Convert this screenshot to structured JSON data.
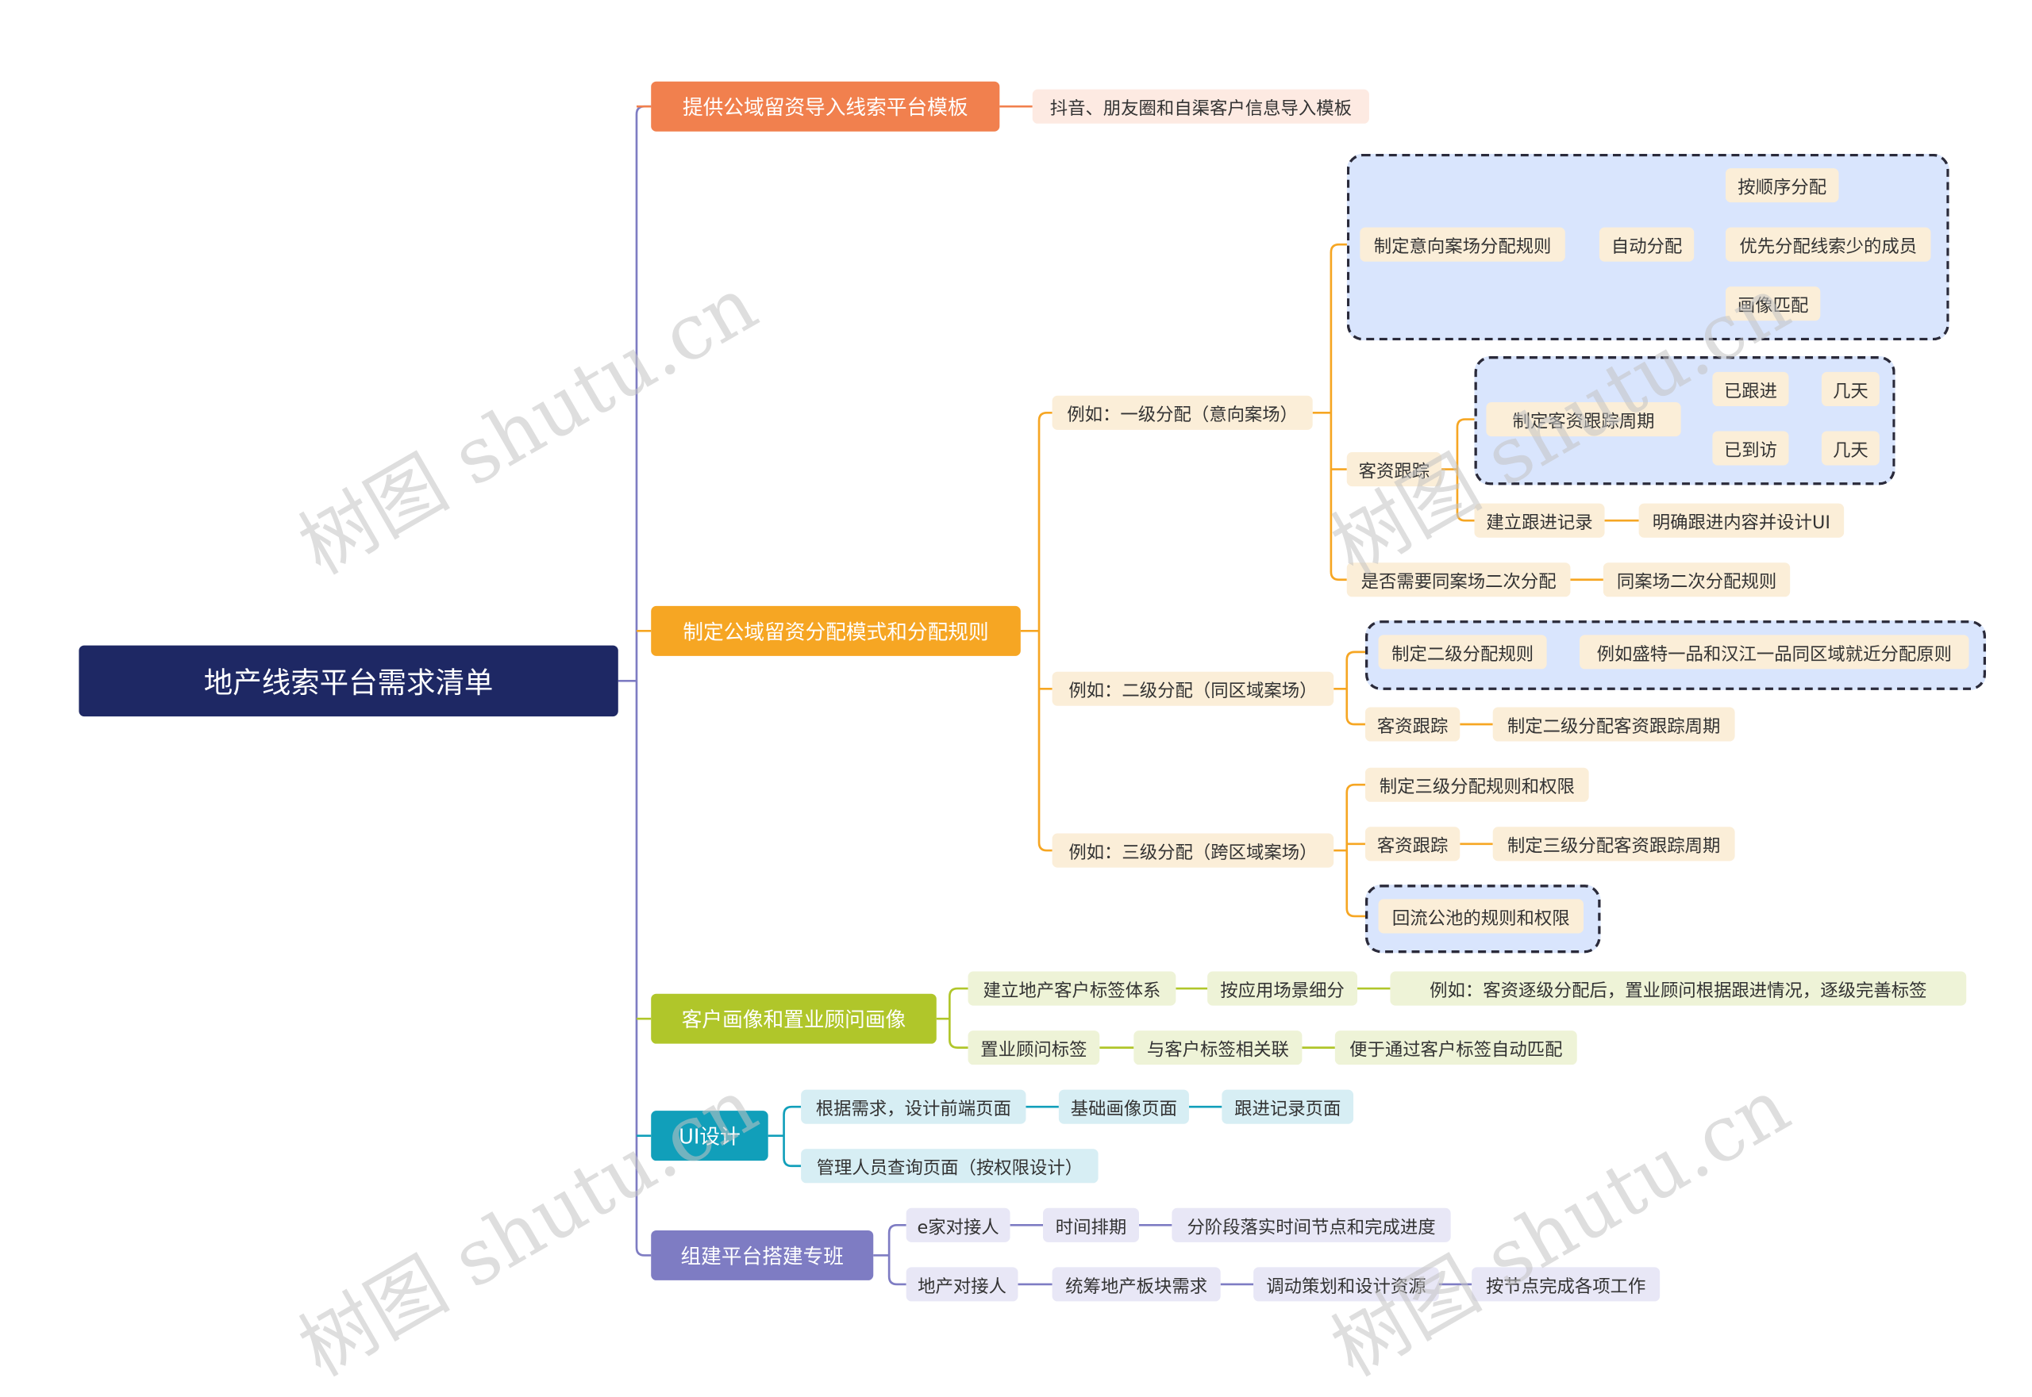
{
  "root": "地产线索平台需求清单",
  "colors": {
    "root_bg": "#1e2864",
    "branch_1": "#f1804e",
    "branch_2": "#f6a623",
    "branch_3": "#b0c62a",
    "branch_4": "#119fba",
    "branch_5": "#7e7cc3",
    "group_bg": "#d9e5fd"
  },
  "branches": [
    {
      "label": "提供公域留资导入线索平台模板",
      "children": [
        "抖音、朋友圈和自渠客户信息导入模板"
      ]
    },
    {
      "label": "制定公域留资分配模式和分配规则",
      "level1": {
        "label": "例如：一级分配（意向案场）",
        "rule": "制定意向案场分配规则",
        "auto": "自动分配",
        "auto_options": [
          "按顺序分配",
          "优先分配线索少的成员",
          "画像匹配"
        ],
        "followup": "客资跟踪",
        "cycle": "制定客资跟踪周期",
        "followed": "已跟进",
        "followed_days": "几天",
        "visited": "已到访",
        "visited_days": "几天",
        "record": "建立跟进记录",
        "record_detail": "明确跟进内容并设计UI",
        "second": "是否需要同案场二次分配",
        "second_rule": "同案场二次分配规则"
      },
      "level2": {
        "label": "例如：二级分配（同区域案场）",
        "rule": "制定二级分配规则",
        "rule_example": "例如盛特一品和汉江一品同区域就近分配原则",
        "followup": "客资跟踪",
        "cycle": "制定二级分配客资跟踪周期"
      },
      "level3": {
        "label": "例如：三级分配（跨区域案场）",
        "rule": "制定三级分配规则和权限",
        "followup": "客资跟踪",
        "cycle": "制定三级分配客资跟踪周期",
        "pool": "回流公池的规则和权限"
      }
    },
    {
      "label": "客户画像和置业顾问画像",
      "tag_system": "建立地产客户标签体系",
      "scene": "按应用场景细分",
      "scene_example": "例如：客资逐级分配后，置业顾问根据跟进情况，逐级完善标签",
      "consultant_tag": "置业顾问标签",
      "relate": "与客户标签相关联",
      "auto_match": "便于通过客户标签自动匹配"
    },
    {
      "label": "UI设计",
      "frontend": "根据需求，设计前端页面",
      "basic_page": "基础画像页面",
      "record_page": "跟进记录页面",
      "admin_page": "管理人员查询页面（按权限设计）"
    },
    {
      "label": "组建平台搭建专班",
      "e_home": "e家对接人",
      "schedule": "时间排期",
      "milestones": "分阶段落实时间节点和完成进度",
      "realty": "地产对接人",
      "plan": "统筹地产板块需求",
      "resources": "调动策划和设计资源",
      "execute": "按节点完成各项工作"
    }
  ],
  "watermark": "树图 shutu.cn"
}
